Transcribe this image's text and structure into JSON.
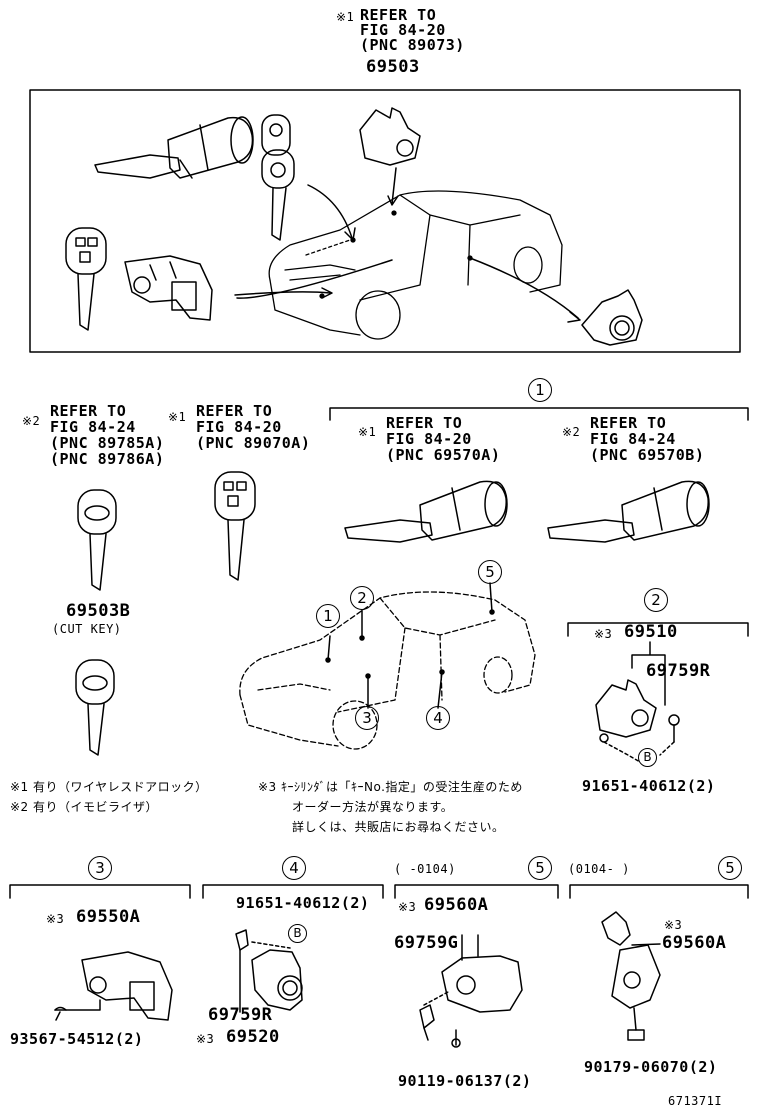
{
  "top": {
    "ref_mark": "※1",
    "refer1": "REFER TO",
    "refer2": "FIG 84-20",
    "refer3": "(PNC 89073)",
    "part": "69503"
  },
  "mid": {
    "a_mark": "※2",
    "a1": "REFER TO",
    "a2": "FIG 84-24",
    "a3": "(PNC 89785A)",
    "a4": "(PNC 89786A)",
    "b_mark": "※1",
    "b1": "REFER TO",
    "b2": "FIG 84-20",
    "b3": "(PNC 89070A)",
    "c_mark": "※1",
    "c1": "REFER TO",
    "c2": "FIG 84-20",
    "c3": "(PNC 69570A)",
    "d_mark": "※2",
    "d1": "REFER TO",
    "d2": "FIG 84-24",
    "d3": "(PNC 69570B)",
    "cut_part": "69503B",
    "cut_label": "(CUT KEY)",
    "grp2_mark": "※3",
    "grp2_part": "69510",
    "grp2_sub": "69759R",
    "grp2_bolt": "91651-40612(2)",
    "circle_b": "B"
  },
  "notes": {
    "n1": "※1  有り（ワイヤレスドアロック）",
    "n2": "※2  有り（イモビライザ）",
    "n3a": "※3  ｷｰｼﾘﾝﾀﾞは「ｷｰNo.指定」の受注生産のため",
    "n3b": "オーダー方法が異なります。",
    "n3c": "詳しくは、共販店にお尋ねください。"
  },
  "circles": {
    "c1": "1",
    "c2": "2",
    "c3": "3",
    "c4": "4",
    "c5": "5"
  },
  "bottom": {
    "s3_mark": "※3",
    "s3_part": "69550A",
    "s3_bolt": "93567-54512(2)",
    "s4_bolt": "91651-40612(2)",
    "s4_b": "B",
    "s4_sub": "69759R",
    "s4_mark": "※3",
    "s4_part": "69520",
    "s5a_range": "(    -0104)",
    "s5a_mark": "※3",
    "s5a_part": "69560A",
    "s5a_sub": "69759G",
    "s5a_bolt": "90119-06137(2)",
    "s5b_range": "(0104-      )",
    "s5b_mark": "※3",
    "s5b_part": "69560A",
    "s5b_bolt": "90179-06070(2)",
    "figno": "671371I"
  }
}
